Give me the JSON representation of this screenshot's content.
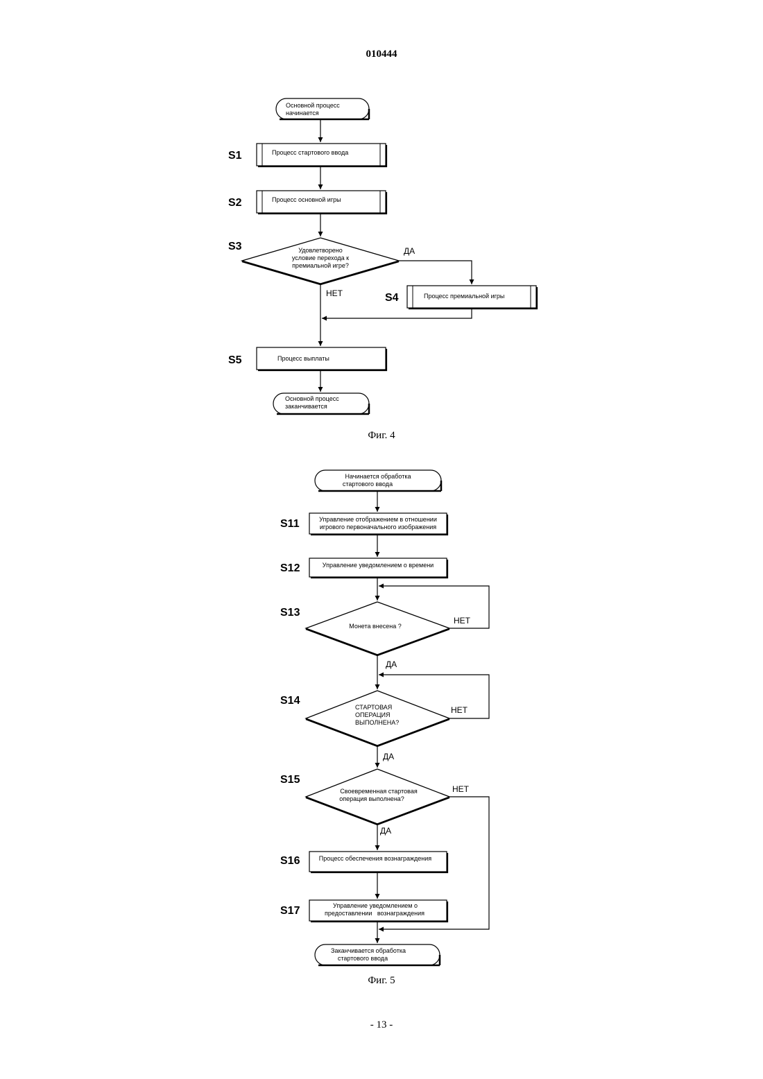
{
  "document": {
    "doc_number": "010444",
    "page_footer": "- 13 -"
  },
  "fig4": {
    "caption": "Фиг. 4",
    "start": [
      "Основной процесс",
      "начинается"
    ],
    "s1": {
      "label": "S1",
      "text": "Процесс стартового ввода"
    },
    "s2": {
      "label": "S2",
      "text": "Процесс основной игры"
    },
    "s3": {
      "label": "S3",
      "text": [
        "Удовлетворено",
        "условие перехода к",
        "премиальной игре?"
      ]
    },
    "s3_yes": "ДА",
    "s3_no": "НЕТ",
    "s4": {
      "label": "S4",
      "text": "Процесс премиальной игры"
    },
    "s5": {
      "label": "S5",
      "text": "Процесс выплаты"
    },
    "end": [
      "Основной процесс",
      "заканчивается"
    ]
  },
  "fig5": {
    "caption": "Фиг. 5",
    "start": [
      "Начинается обработка",
      "стартового ввода"
    ],
    "s11": {
      "label": "S11",
      "text": [
        "Управление отображением в отношении",
        "игрового первоначального изображения"
      ]
    },
    "s12": {
      "label": "S12",
      "text": "Управление уведомлением о времени"
    },
    "s13": {
      "label": "S13",
      "text": "Монета внесена ?"
    },
    "s13_no": "НЕТ",
    "s13_yes": "ДА",
    "s14": {
      "label": "S14",
      "text": [
        "СТАРТОВАЯ",
        "ОПЕРАЦИЯ",
        "ВЫПОЛНЕНА?"
      ]
    },
    "s14_no": "НЕТ",
    "s14_yes": "ДА",
    "s15": {
      "label": "S15",
      "text": [
        "Своевременная стартовая",
        "операция выполнена?"
      ]
    },
    "s15_no": "НЕТ",
    "s15_yes": "ДА",
    "s16": {
      "label": "S16",
      "text": "Процесс обеспечения вознаграждения"
    },
    "s17": {
      "label": "S17",
      "text": [
        "Управление уведомлением о",
        "предоставлении   вознаграждения"
      ]
    },
    "end": [
      "Заканчивается обработка",
      "стартового ввода"
    ]
  }
}
